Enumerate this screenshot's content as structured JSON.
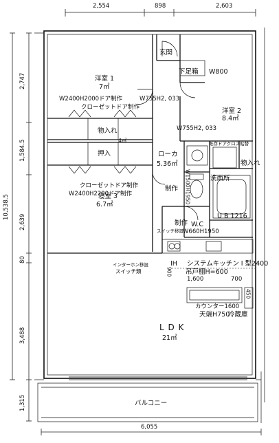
{
  "dimensions": {
    "top": [
      "2,554",
      "898",
      "2,603"
    ],
    "left": [
      "2,747",
      "1,584.5",
      "2,639",
      "80",
      "3,488",
      "1,315"
    ],
    "left_total": "10,538.5",
    "bottom_total": "6,055",
    "inner": [
      "900",
      "450",
      "1,600",
      "700"
    ]
  },
  "rooms": {
    "genkan": "玄関",
    "shitabako": "下足箱",
    "w800": "W800",
    "yoshitsu1_name": "洋室 1",
    "yoshitsu1_area": "7㎡",
    "door_note1": "W2400H2000ドア制作",
    "closet_note1": "クローゼットドア制作",
    "w755_a": "W755H2, 033",
    "yoshitsu2_name": "洋室 2",
    "yoshitsu2_area": "8.4㎡",
    "w755_b": "W755H2, 033",
    "monoire1": "物入れ",
    "monoire1_area": "4㎡",
    "oshiire": "押入",
    "roka": "ローカ",
    "roka_area": "5.36㎡",
    "kizon_door": "既存ドアクロス貼替",
    "monoire2": "物入れ",
    "senmenjo": "洗面所",
    "w1500": "W1500H1950",
    "seisaku1": "制作",
    "closet_note2": "クローゼットドア制作",
    "door_note2": "W2400H2200ドア制作",
    "shinshitsu3_name": "寝室 3",
    "shinshitsu3_area": "6.7㎡",
    "seisaku2": "制作",
    "wc": "W.C",
    "w660": "W660H1950",
    "switch_move": "スイッチ移設",
    "ub": "U B 1216",
    "ih": "IH",
    "kitchen1": "システムキッチン I 型2400",
    "kitchen2": "吊戸棚H=600",
    "intercom1": "インターホン移設",
    "intercom2": "スイッチ類",
    "counter1": "カウンター1600",
    "counter2": "天端H750",
    "reizoko": "冷蔵庫",
    "ldk": "L D K",
    "ldk_area": "21㎡",
    "balcony": "バルコニー"
  }
}
